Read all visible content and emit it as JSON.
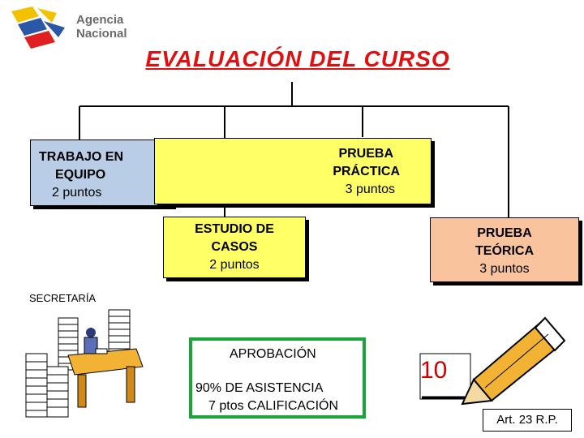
{
  "logo": {
    "line1": "Agencia",
    "line2": "Nacional"
  },
  "title": "EVALUACIÓN DEL CURSO",
  "boxes": {
    "trabajo": {
      "line1": "TRABAJO EN",
      "line2": "EQUIPO",
      "points": "2  puntos"
    },
    "practica": {
      "line1": "PRUEBA",
      "line2": "PRÁCTICA",
      "points": "3 puntos"
    },
    "casos": {
      "line1": "ESTUDIO DE",
      "line2": "CASOS",
      "points": "2 puntos"
    },
    "teorica": {
      "line1": "PRUEBA",
      "line2": "TEÓRICA",
      "points": "3 puntos"
    }
  },
  "secretaria": "SECRETARÍA",
  "aprobacion": {
    "title": "APROBACIÓN",
    "line1": "90% DE ASISTENCIA",
    "line2": "7 ptos CALIFICACIÓN"
  },
  "grade": "10",
  "reference": "Art. 23 R.P.",
  "colors": {
    "title": "#e01010",
    "trabajo": "#b9cde6",
    "practica": "#ffff66",
    "casos": "#ffff66",
    "teorica": "#f9c39d",
    "aprobacion_border": "#1aa53a",
    "pencil": "#f2b233"
  }
}
